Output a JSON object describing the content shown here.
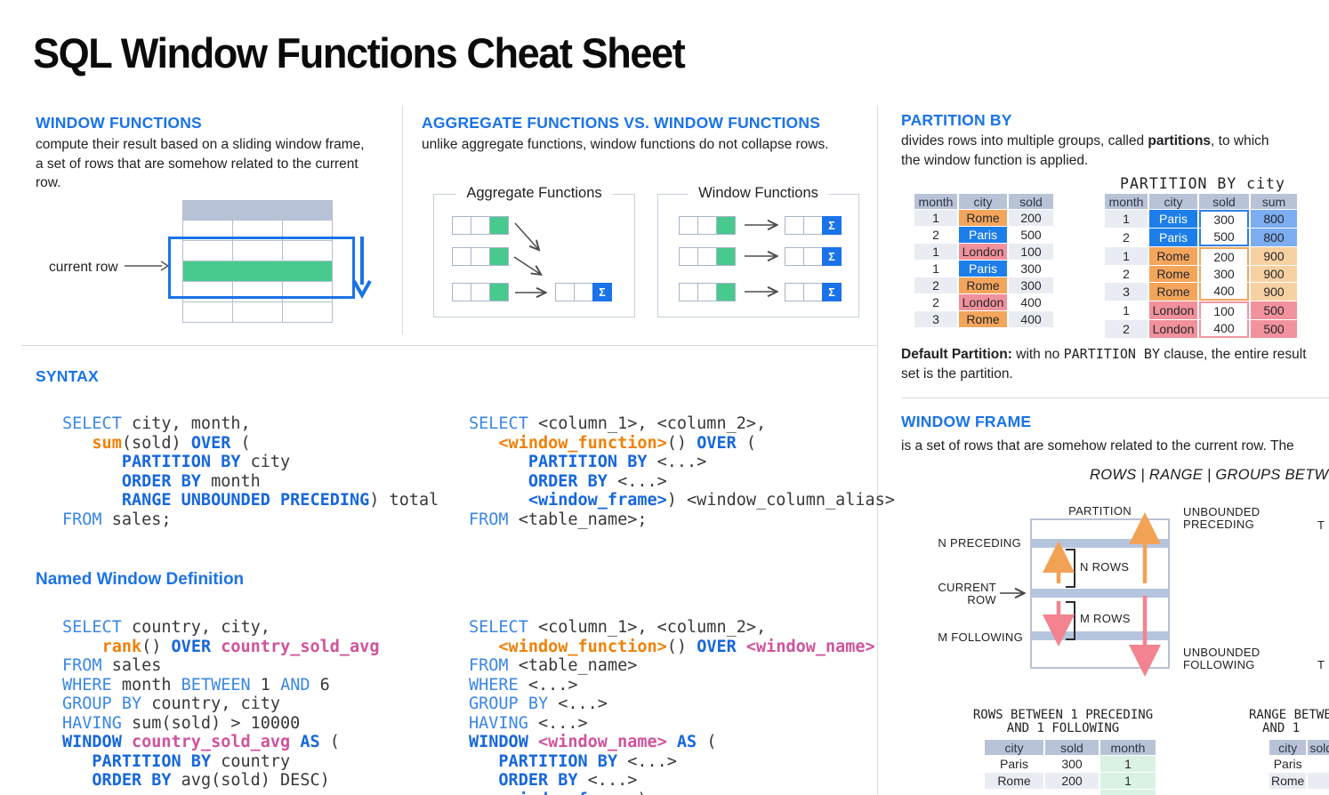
{
  "title": "SQL Window Functions Cheat Sheet",
  "window_functions": {
    "heading": "WINDOW FUNCTIONS",
    "body": "compute their result based on a sliding window frame, a set of rows that are somehow related to the current row.",
    "current_row_label": "current row"
  },
  "agg_vs_window": {
    "heading": "AGGREGATE FUNCTIONS VS. WINDOW FUNCTIONS",
    "body": "unlike aggregate functions, window functions do not collapse rows.",
    "left_title": "Aggregate Functions",
    "right_title": "Window Functions",
    "sigma": "Σ"
  },
  "partition_by": {
    "heading": "PARTITION BY",
    "body_pre": "divides rows into multiple groups, called ",
    "body_bold": "partitions",
    "body_post": ", to which the window function is applied.",
    "caption": "PARTITION BY city",
    "source_table": {
      "headers": [
        "month",
        "city",
        "sold"
      ],
      "rows": [
        [
          "1",
          {
            "v": "Rome",
            "c": "rome"
          },
          "200"
        ],
        [
          "2",
          {
            "v": "Paris",
            "c": "paris"
          },
          "500"
        ],
        [
          "1",
          {
            "v": "London",
            "c": "london"
          },
          "100"
        ],
        [
          "1",
          {
            "v": "Paris",
            "c": "paris"
          },
          "300"
        ],
        [
          "2",
          {
            "v": "Rome",
            "c": "rome"
          },
          "300"
        ],
        [
          "2",
          {
            "v": "London",
            "c": "london"
          },
          "400"
        ],
        [
          "3",
          {
            "v": "Rome",
            "c": "rome"
          },
          "400"
        ]
      ]
    },
    "result_table": {
      "headers": [
        "month",
        "city",
        "sold",
        "sum"
      ],
      "rows": [
        [
          "1",
          {
            "v": "Paris",
            "c": "paris"
          },
          {
            "v": "300",
            "c": "gp gpb gpt"
          },
          {
            "v": "800",
            "c": "sum-paris"
          }
        ],
        [
          "2",
          {
            "v": "Paris",
            "c": "paris"
          },
          {
            "v": "500",
            "c": "gp gpb gpbm"
          },
          {
            "v": "800",
            "c": "sum-paris"
          }
        ],
        [
          "1",
          {
            "v": "Rome",
            "c": "rome"
          },
          {
            "v": "200",
            "c": "gp gpo gpt"
          },
          {
            "v": "900",
            "c": "sum-rome"
          }
        ],
        [
          "2",
          {
            "v": "Rome",
            "c": "rome"
          },
          {
            "v": "300",
            "c": "gp gpo"
          },
          {
            "v": "900",
            "c": "sum-rome"
          }
        ],
        [
          "3",
          {
            "v": "Rome",
            "c": "rome"
          },
          {
            "v": "400",
            "c": "gp gpo gpbm"
          },
          {
            "v": "900",
            "c": "sum-rome"
          }
        ],
        [
          "1",
          {
            "v": "London",
            "c": "london"
          },
          {
            "v": "100",
            "c": "gp gpl gpt"
          },
          {
            "v": "500",
            "c": "sum-london"
          }
        ],
        [
          "2",
          {
            "v": "London",
            "c": "london"
          },
          {
            "v": "400",
            "c": "gp gpl gpbm"
          },
          {
            "v": "500",
            "c": "sum-london"
          }
        ]
      ]
    },
    "note_bold": "Default Partition:",
    "note_mid": " with no ",
    "note_code": "PARTITION BY",
    "note_post": " clause, the entire result set is the partition."
  },
  "syntax": {
    "heading": "SYNTAX",
    "left_code": [
      [
        [
          "k",
          "SELECT"
        ],
        [
          "p",
          " city, month,"
        ]
      ],
      [
        [
          "p",
          "   "
        ],
        [
          "f",
          "sum"
        ],
        [
          "p",
          "(sold) "
        ],
        [
          "K",
          "OVER"
        ],
        [
          "p",
          " ("
        ]
      ],
      [
        [
          "p",
          "      "
        ],
        [
          "K",
          "PARTITION BY"
        ],
        [
          "p",
          " city"
        ]
      ],
      [
        [
          "p",
          "      "
        ],
        [
          "K",
          "ORDER BY"
        ],
        [
          "p",
          " month"
        ]
      ],
      [
        [
          "p",
          "      "
        ],
        [
          "K",
          "RANGE UNBOUNDED PRECEDING"
        ],
        [
          "p",
          ") total"
        ]
      ],
      [
        [
          "k",
          "FROM"
        ],
        [
          "p",
          " sales;"
        ]
      ]
    ],
    "right_code": [
      [
        [
          "k",
          "SELECT"
        ],
        [
          "p",
          " <column_1>, <column_2>,"
        ]
      ],
      [
        [
          "p",
          "   "
        ],
        [
          "f",
          "<window_function>"
        ],
        [
          "p",
          "() "
        ],
        [
          "K",
          "OVER"
        ],
        [
          "p",
          " ("
        ]
      ],
      [
        [
          "p",
          "      "
        ],
        [
          "K",
          "PARTITION BY"
        ],
        [
          "p",
          " <...>"
        ]
      ],
      [
        [
          "p",
          "      "
        ],
        [
          "K",
          "ORDER BY"
        ],
        [
          "p",
          " <...>"
        ]
      ],
      [
        [
          "p",
          "      "
        ],
        [
          "K",
          "<window_frame>"
        ],
        [
          "p",
          ") <window_column_alias>"
        ]
      ],
      [
        [
          "k",
          "FROM"
        ],
        [
          "p",
          " <table_name>;"
        ]
      ]
    ]
  },
  "named_window": {
    "heading": "Named Window Definition",
    "left_code": [
      [
        [
          "k",
          "SELECT"
        ],
        [
          "p",
          " country, city,"
        ]
      ],
      [
        [
          "p",
          "    "
        ],
        [
          "f",
          "rank"
        ],
        [
          "p",
          "() "
        ],
        [
          "K",
          "OVER"
        ],
        [
          "p",
          " "
        ],
        [
          "w",
          "country_sold_avg"
        ]
      ],
      [
        [
          "k",
          "FROM"
        ],
        [
          "p",
          " sales"
        ]
      ],
      [
        [
          "k",
          "WHERE"
        ],
        [
          "p",
          " month "
        ],
        [
          "k",
          "BETWEEN"
        ],
        [
          "p",
          " 1 "
        ],
        [
          "k",
          "AND"
        ],
        [
          "p",
          " 6"
        ]
      ],
      [
        [
          "k",
          "GROUP BY"
        ],
        [
          "p",
          " country, city"
        ]
      ],
      [
        [
          "k",
          "HAVING"
        ],
        [
          "p",
          " sum(sold) > 10000"
        ]
      ],
      [
        [
          "K",
          "WINDOW"
        ],
        [
          "p",
          " "
        ],
        [
          "w",
          "country_sold_avg"
        ],
        [
          "p",
          " "
        ],
        [
          "K",
          "AS"
        ],
        [
          "p",
          " ("
        ]
      ],
      [
        [
          "p",
          "   "
        ],
        [
          "K",
          "PARTITION BY"
        ],
        [
          "p",
          " country"
        ]
      ],
      [
        [
          "p",
          "   "
        ],
        [
          "K",
          "ORDER BY"
        ],
        [
          "p",
          " avg(sold) DESC)"
        ]
      ]
    ],
    "right_code": [
      [
        [
          "k",
          "SELECT"
        ],
        [
          "p",
          " <column_1>, <column_2>,"
        ]
      ],
      [
        [
          "p",
          "   "
        ],
        [
          "f",
          "<window_function>"
        ],
        [
          "p",
          "() "
        ],
        [
          "K",
          "OVER"
        ],
        [
          "p",
          " "
        ],
        [
          "w",
          "<window_name>"
        ]
      ],
      [
        [
          "k",
          "FROM"
        ],
        [
          "p",
          " <table_name>"
        ]
      ],
      [
        [
          "k",
          "WHERE"
        ],
        [
          "p",
          " <...>"
        ]
      ],
      [
        [
          "k",
          "GROUP BY"
        ],
        [
          "p",
          " <...>"
        ]
      ],
      [
        [
          "k",
          "HAVING"
        ],
        [
          "p",
          " <...>"
        ]
      ],
      [
        [
          "K",
          "WINDOW"
        ],
        [
          "p",
          " "
        ],
        [
          "w",
          "<window_name>"
        ],
        [
          "p",
          " "
        ],
        [
          "K",
          "AS"
        ],
        [
          "p",
          " ("
        ]
      ],
      [
        [
          "p",
          "   "
        ],
        [
          "K",
          "PARTITION BY"
        ],
        [
          "p",
          " <...>"
        ]
      ],
      [
        [
          "p",
          "   "
        ],
        [
          "K",
          "ORDER BY"
        ],
        [
          "p",
          " <...>"
        ]
      ],
      [
        [
          "p",
          "   "
        ],
        [
          "K",
          "<window_frame>"
        ],
        [
          "p",
          ")"
        ]
      ]
    ]
  },
  "window_frame": {
    "heading": "WINDOW FRAME",
    "body": "is a set of rows that are somehow related to the current row. The",
    "modes": "ROWS | RANGE | GROUPS BETWEEN",
    "labels": {
      "partition": "PARTITION",
      "n_preceding": "N PRECEDING",
      "current_row": "CURRENT ROW",
      "m_following": "M FOLLOWING",
      "n_rows": "N ROWS",
      "m_rows": "M ROWS",
      "unbounded_preceding": "UNBOUNDED PRECEDING",
      "unbounded_following": "UNBOUNDED FOLLOWING",
      "clipped_top": "T",
      "clipped_bottom": "T"
    }
  },
  "frame_examples": {
    "left": {
      "caption1": "ROWS BETWEEN 1 PRECEDING",
      "caption2": "AND 1 FOLLOWING",
      "table": {
        "headers": [
          "city",
          "sold",
          "month"
        ],
        "rows": [
          [
            "Paris",
            "300",
            {
              "v": "1",
              "c": "mg"
            }
          ],
          [
            "Rome",
            "200",
            {
              "v": "1",
              "c": "mg"
            }
          ],
          [
            "",
            "",
            {
              "v": "",
              "c": "mg"
            }
          ]
        ]
      }
    },
    "right": {
      "caption1": "RANGE BETWEEN",
      "caption2": "AND 1",
      "table": {
        "headers": [
          "city",
          "sold"
        ],
        "rows": [
          [
            "Paris",
            ""
          ],
          [
            "Rome",
            ""
          ]
        ]
      }
    }
  }
}
